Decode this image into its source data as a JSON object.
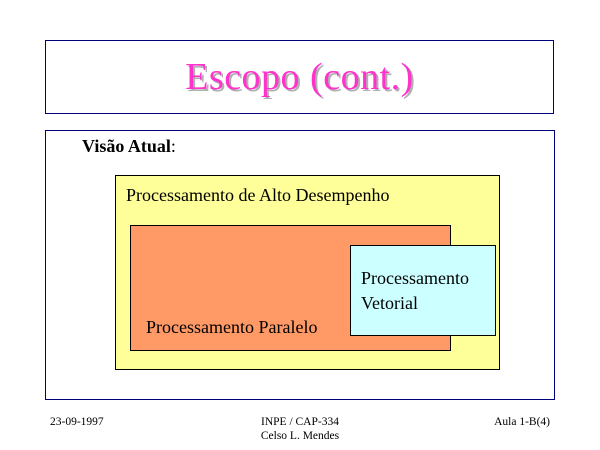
{
  "title": "Escopo (cont.)",
  "heading": {
    "bold": "Visão Atual",
    "suffix": ":"
  },
  "diagram": {
    "outer_label": "Processamento de Alto Desempenho",
    "parallel_label": "Processamento Paralelo",
    "vector_label_line1": "Processamento",
    "vector_label_line2": "Vetorial"
  },
  "footer": {
    "date": "23-09-1997",
    "course": "INPE / CAP-334",
    "author": "Celso L. Mendes",
    "lecture": "Aula 1-B(4)"
  },
  "colors": {
    "title": "#ff33cc",
    "frame_border": "#00007a",
    "outer_fill": "#ffff99",
    "parallel_fill": "#ff9966",
    "vector_fill": "#ccffff"
  }
}
